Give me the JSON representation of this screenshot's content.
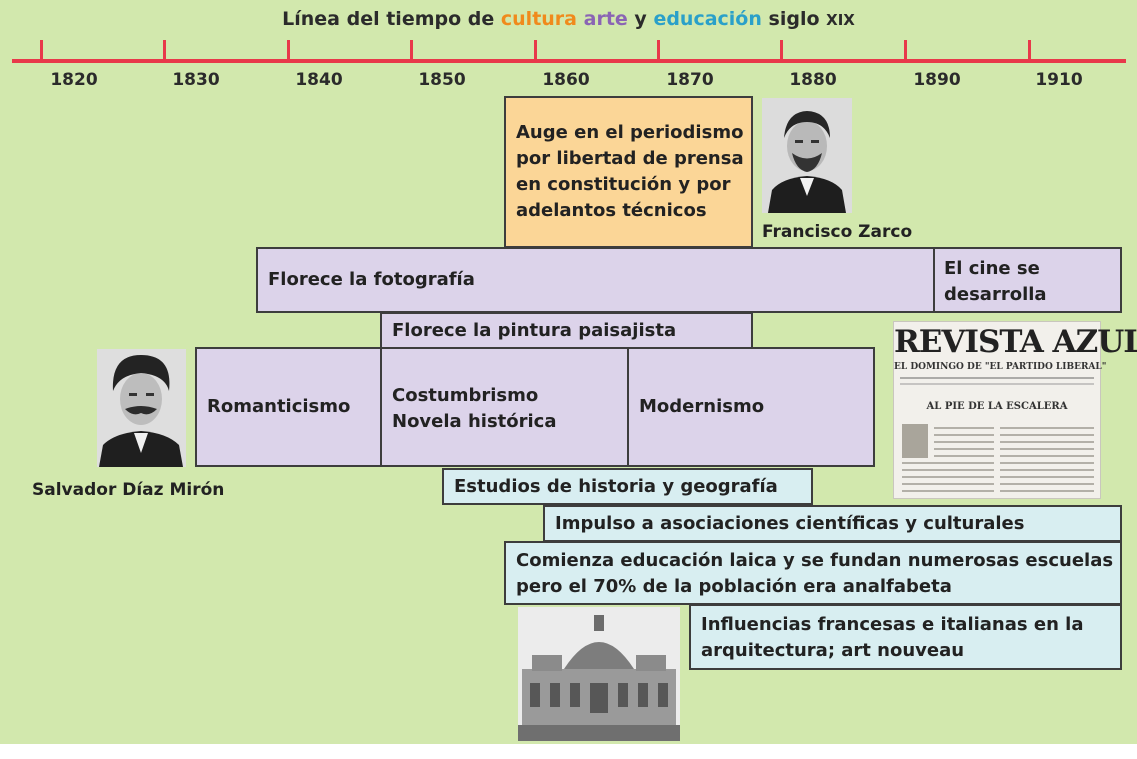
{
  "title": {
    "prefix": "Línea del tiempo de",
    "word_culture": "cultura",
    "word_art": "arte",
    "conjunction": "y",
    "word_education": "educación",
    "suffix": "siglo",
    "century": "XIX"
  },
  "colors": {
    "background": "#d2e8ad",
    "axis": "#e8394a",
    "culture": "#f08a1c",
    "art": "#8a64b4",
    "education": "#2aa0c9",
    "box_purple": "#dcd3ea",
    "box_orange": "#fbd697",
    "box_blue": "#d8eef1"
  },
  "timeline": {
    "years": [
      "1820",
      "1830",
      "1840",
      "1850",
      "1860",
      "1870",
      "1880",
      "1890",
      "1910"
    ]
  },
  "events": {
    "periodismo": [
      "Auge en el periodismo",
      "por libertad de prensa",
      "en constitución y por",
      "adelantos técnicos"
    ],
    "fotografia": "Florece la fotografía",
    "cine": [
      "El cine se",
      "desarrolla"
    ],
    "pintura": "Florece la pintura paisajista",
    "romanticismo": "Romanticismo",
    "costumbrismo": [
      "Costumbrismo",
      "Novela histórica"
    ],
    "modernismo": "Modernismo",
    "estudios": "Estudios de historia y geografía",
    "asociaciones": "Impulso a asociaciones científicas y culturales",
    "educacion": [
      "Comienza educación laica y se fundan numerosas escuelas",
      "pero el 70% de la población era analfabeta"
    ],
    "arquitectura": [
      "Influencias francesas e italianas en la",
      "arquitectura; art nouveau"
    ]
  },
  "people": {
    "zarco": "Francisco Zarco",
    "diaz_miron": "Salvador Díaz Mirón"
  },
  "revista": {
    "name": "REVISTA AZUL",
    "subtitle": "EL DOMINGO DE \"EL PARTIDO LIBERAL\"",
    "headline": "AL PIE DE LA ESCALERA"
  }
}
